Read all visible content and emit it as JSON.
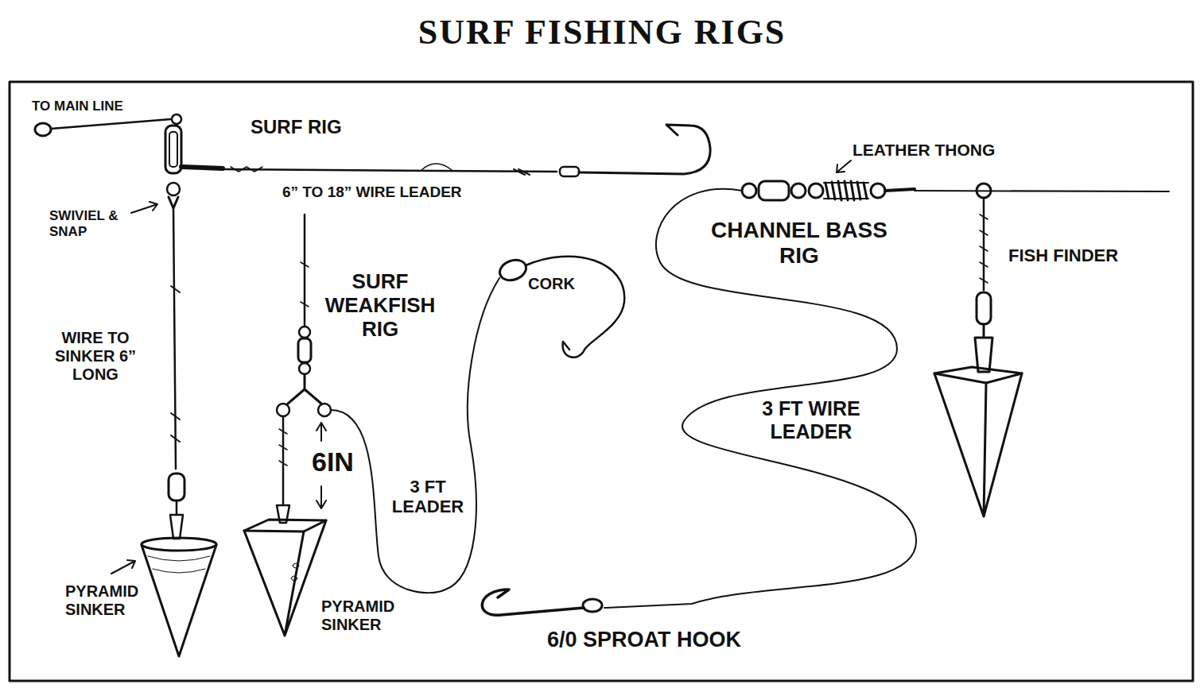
{
  "diagram": {
    "title": "SURF FISHING RIGS",
    "labels": [
      "TO MAIN LINE",
      "SURF RIG",
      "6” TO 18” WIRE LEADER",
      "SWIVIEL & SNAP",
      "WIRE TO SINKER 6” LONG",
      "SURF WEAKFISH RIG",
      "6IN",
      "3 FT LEADER",
      "CORK",
      "PYRAMID SINKER",
      "PYRAMID SINKER",
      "LEATHER THONG",
      "CHANNEL BASS RIG",
      "FISH FINDER",
      "3 FT WIRE LEADER",
      "6/0 SPROAT HOOK"
    ]
  }
}
